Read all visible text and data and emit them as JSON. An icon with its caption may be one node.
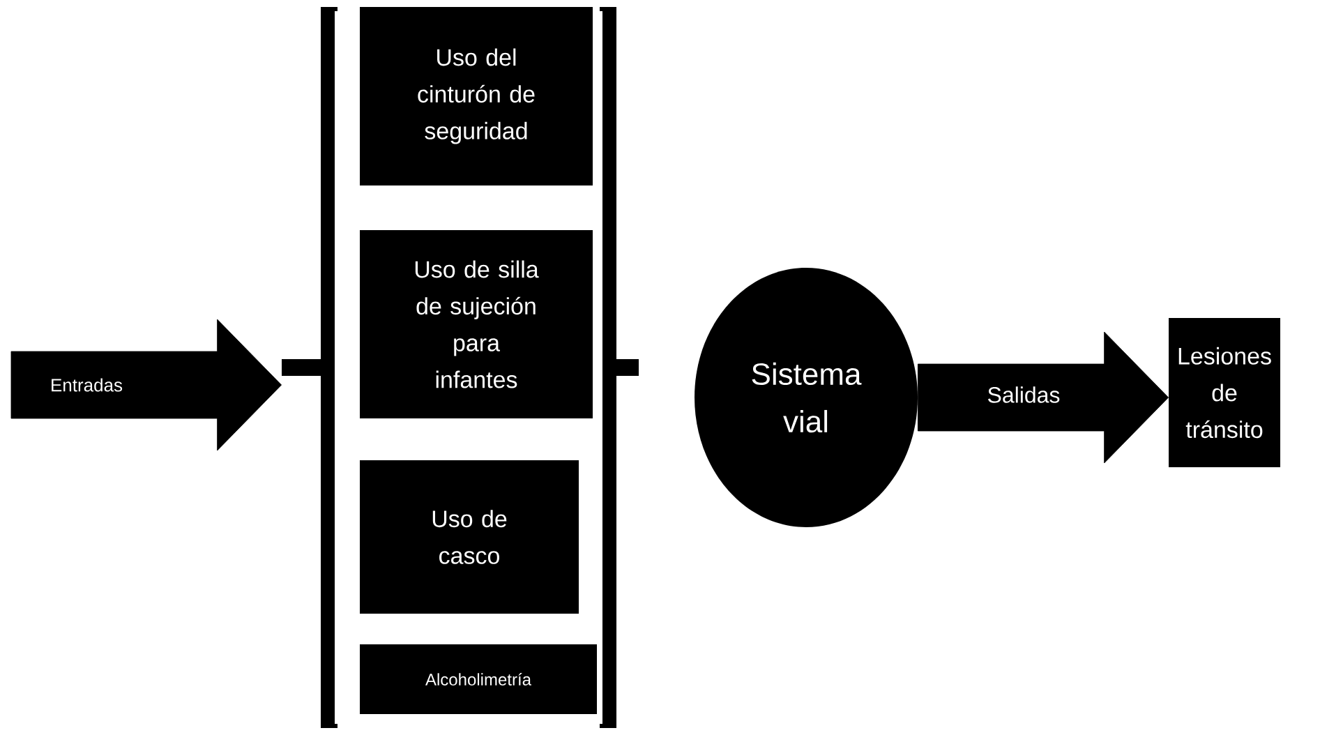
{
  "diagram": {
    "nodes": [
      {
        "text": [],
        "shape": "bracket"
      },
      {
        "text": [
          "Uso del cinturón de seguridad"
        ],
        "in": 0
      },
      {
        "text": [
          "Uso de silla de sujeción para infantes"
        ],
        "in": 0
      },
      {
        "text": [
          "Uso de casco"
        ],
        "in": 0
      },
      {
        "text": [
          "Alcoholimetría"
        ],
        "in": 0
      },
      {
        "text": [
          "Sistema vial"
        ]
      },
      {
        "text": [
          "Lesiones de tránsito"
        ]
      }
    ],
    "edges": [
      {
        "from": null,
        "to": 0,
        "arrow": "to",
        "label": "Entradas",
        "style": "thick"
      },
      {
        "from": 5,
        "to": 6,
        "arrow": "to",
        "label": "Salidas",
        "style": "thick"
      }
    ]
  }
}
